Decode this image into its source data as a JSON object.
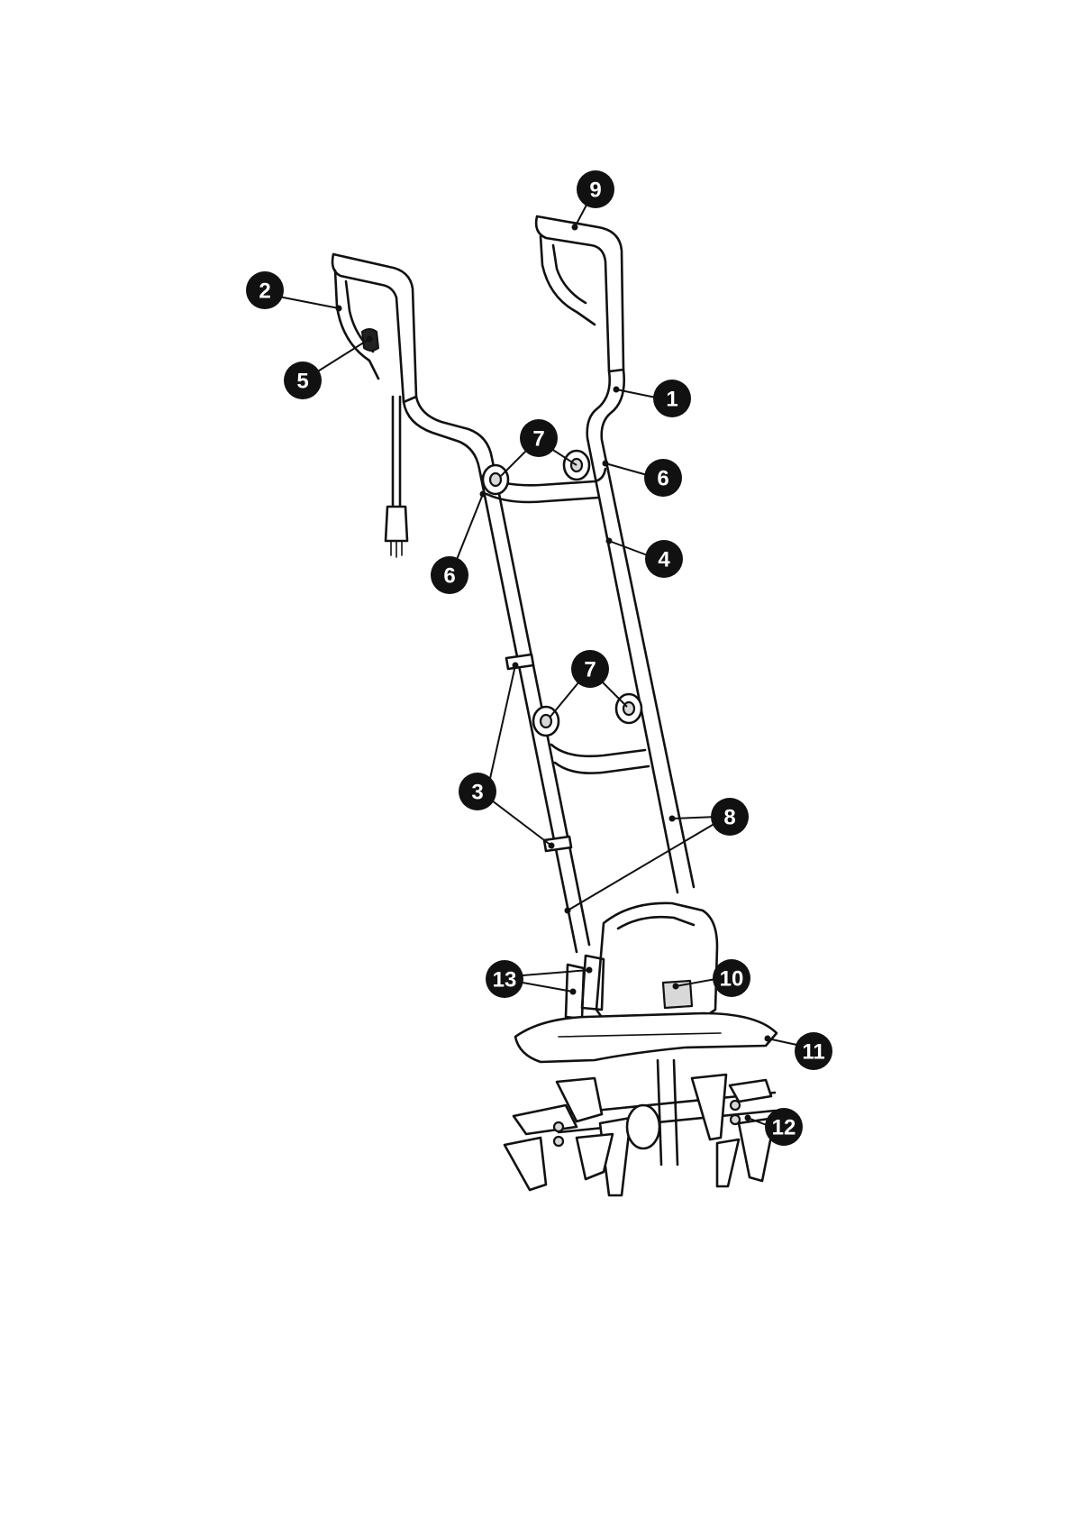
{
  "callouts": {
    "c1": "1",
    "c2": "2",
    "c3": "3",
    "c4": "4",
    "c5": "5",
    "c6a": "6",
    "c6b": "6",
    "c7a": "7",
    "c7b": "7",
    "c8": "8",
    "c9": "9",
    "c10": "10",
    "c11": "11",
    "c12": "12",
    "c13": "13"
  }
}
